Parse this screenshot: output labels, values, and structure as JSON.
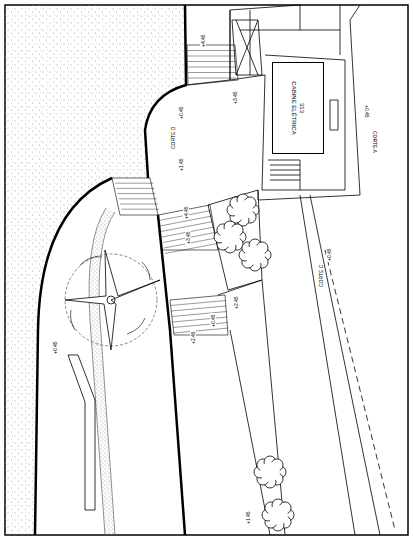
{
  "diagram": {
    "nodes": [
      {
        "text": [
          "313",
          "CABINE ELÉTRICA"
        ]
      }
    ],
    "labels": [
      "CORTE D",
      "+0.45",
      "CORTE A",
      "+0.45",
      "CORTE C",
      "+0.45",
      "+4.45",
      "+4.45",
      "+3.45",
      "+3.45",
      "+2.45",
      "+2.45",
      "+1.45",
      "+0.45",
      "+1.45",
      "+0.45"
    ]
  }
}
